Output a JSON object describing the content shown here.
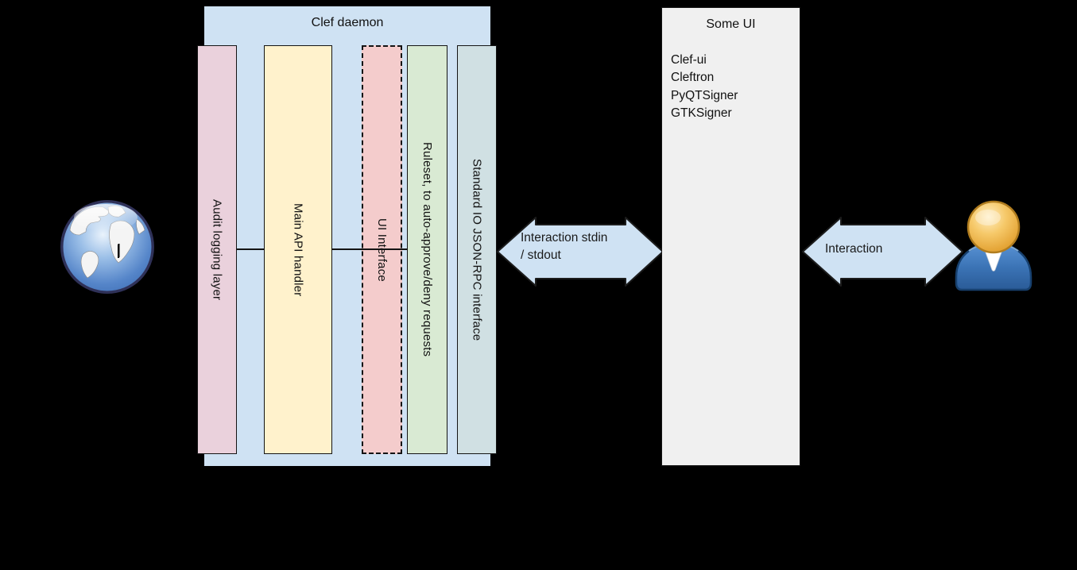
{
  "clef_daemon": {
    "title": "Clef daemon",
    "container_color": "#cfe2f3",
    "layers": [
      {
        "label": "Audit logging layer",
        "color": "#ead1dc",
        "border_style": "solid"
      },
      {
        "label": "Main API handler",
        "color": "#fff2cc",
        "border_style": "solid"
      },
      {
        "label": "UI Interface",
        "color": "#f4cccc",
        "border_style": "dashed"
      },
      {
        "label": "Ruleset, to auto-approve/deny requests",
        "color": "#d9ead3",
        "border_style": "solid"
      },
      {
        "label": "Standard IO JSON-RPC interface",
        "color": "#d0e0e3",
        "border_style": "solid"
      }
    ]
  },
  "some_ui": {
    "title": "Some UI",
    "color": "#f0f0f0",
    "items": [
      "Clef-ui",
      "Cleftron",
      "PyQTSigner",
      "GTKSigner"
    ]
  },
  "connections": {
    "stdio_arrow": {
      "label_line1": "Interaction stdin",
      "label_line2": "/ stdout",
      "fill": "#cfe2f3"
    },
    "user_arrow": {
      "label": "Interaction",
      "fill": "#cfe2f3"
    }
  },
  "icons": {
    "left": "globe-icon",
    "right": "person-icon"
  },
  "background_color": "#000000"
}
